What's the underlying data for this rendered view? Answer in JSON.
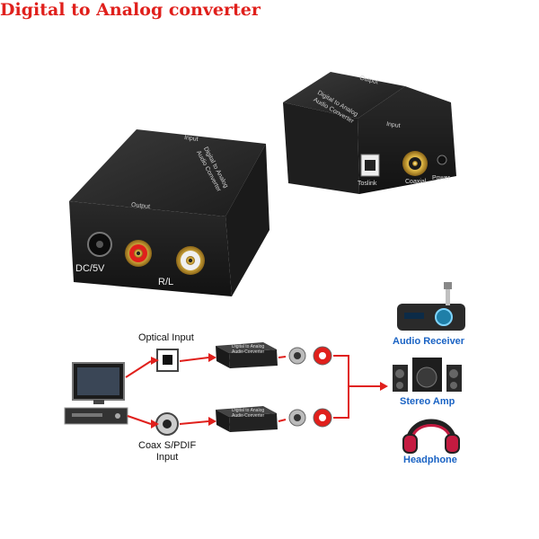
{
  "title": "Digital to Analog converter",
  "box_left": {
    "top_label": "Input",
    "top_text_line1": "Digital to Analog",
    "top_text_line2": "Audio Converter",
    "side_label": "Output",
    "port_dc": "DC/5V",
    "port_rl": "R/L"
  },
  "box_right": {
    "top_label": "Output",
    "top_text_line1": "Digital to Analog",
    "top_text_line2": "Audio Converter",
    "side_label": "Input",
    "port_toslink": "Toslink",
    "port_coaxial": "Coaxial",
    "port_power": "Power"
  },
  "diagram": {
    "optical_label": "Optical Input",
    "coax_label_line1": "Coax S/PDIF",
    "coax_label_line2": "Input",
    "mini_box_text_line1": "Digital to Analog",
    "mini_box_text_line2": "Audio Converter",
    "outputs": [
      {
        "label": "Audio Receiver"
      },
      {
        "label": "Stereo Amp"
      },
      {
        "label": "Headphone"
      }
    ],
    "colors": {
      "arrow": "#e0201c",
      "label_blue": "#1a63c4",
      "rca_red": "#e0201c"
    }
  }
}
